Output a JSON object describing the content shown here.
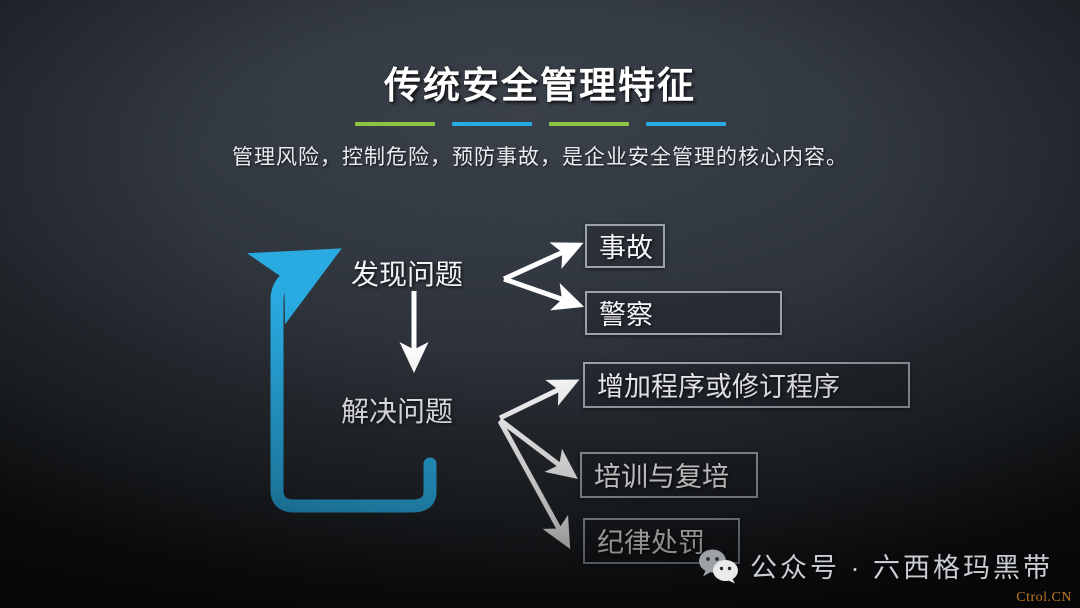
{
  "slide": {
    "title": "传统安全管理特征",
    "subtitle": "管理风险，控制危险，预防事故，是企业安全管理的核心内容。",
    "rule_colors": [
      "#8cc63f",
      "#29abe2",
      "#8cc63f",
      "#29abe2"
    ],
    "background_color": "#2b3038",
    "loop_arrow_color": "#29abe2",
    "arrow_color": "#ffffff",
    "box_border_color": "#9aa3ac"
  },
  "diagram": {
    "nodes": [
      {
        "id": "discover",
        "label": "发现问题"
      },
      {
        "id": "solve",
        "label": "解决问题"
      }
    ],
    "boxes": [
      {
        "id": "accident",
        "label": "事故",
        "from": "discover"
      },
      {
        "id": "police",
        "label": "警察",
        "from": "discover"
      },
      {
        "id": "procedure",
        "label": "增加程序或修订程序",
        "from": "solve"
      },
      {
        "id": "training",
        "label": "培训与复培",
        "from": "solve"
      },
      {
        "id": "penalty",
        "label": "纪律处罚",
        "from": "solve"
      }
    ],
    "connections": [
      {
        "from": "discover",
        "to": "solve",
        "style": "straight-down",
        "color": "#ffffff"
      },
      {
        "from": "discover",
        "to": "accident",
        "style": "fork-up",
        "color": "#ffffff"
      },
      {
        "from": "discover",
        "to": "police",
        "style": "fork-down",
        "color": "#ffffff"
      },
      {
        "from": "solve",
        "to": "procedure",
        "style": "fork-up",
        "color": "#ffffff"
      },
      {
        "from": "solve",
        "to": "training",
        "style": "fork-down",
        "color": "#ffffff"
      },
      {
        "from": "solve",
        "to": "penalty",
        "style": "fork-steep",
        "color": "#ffffff"
      },
      {
        "from": "solve",
        "to": "discover",
        "style": "feedback-loop",
        "color": "#29abe2"
      }
    ]
  },
  "watermark": {
    "icon": "wechat-icon",
    "text": "公众号 · 六西格玛黑带",
    "credit": "Ctrol.CN"
  }
}
